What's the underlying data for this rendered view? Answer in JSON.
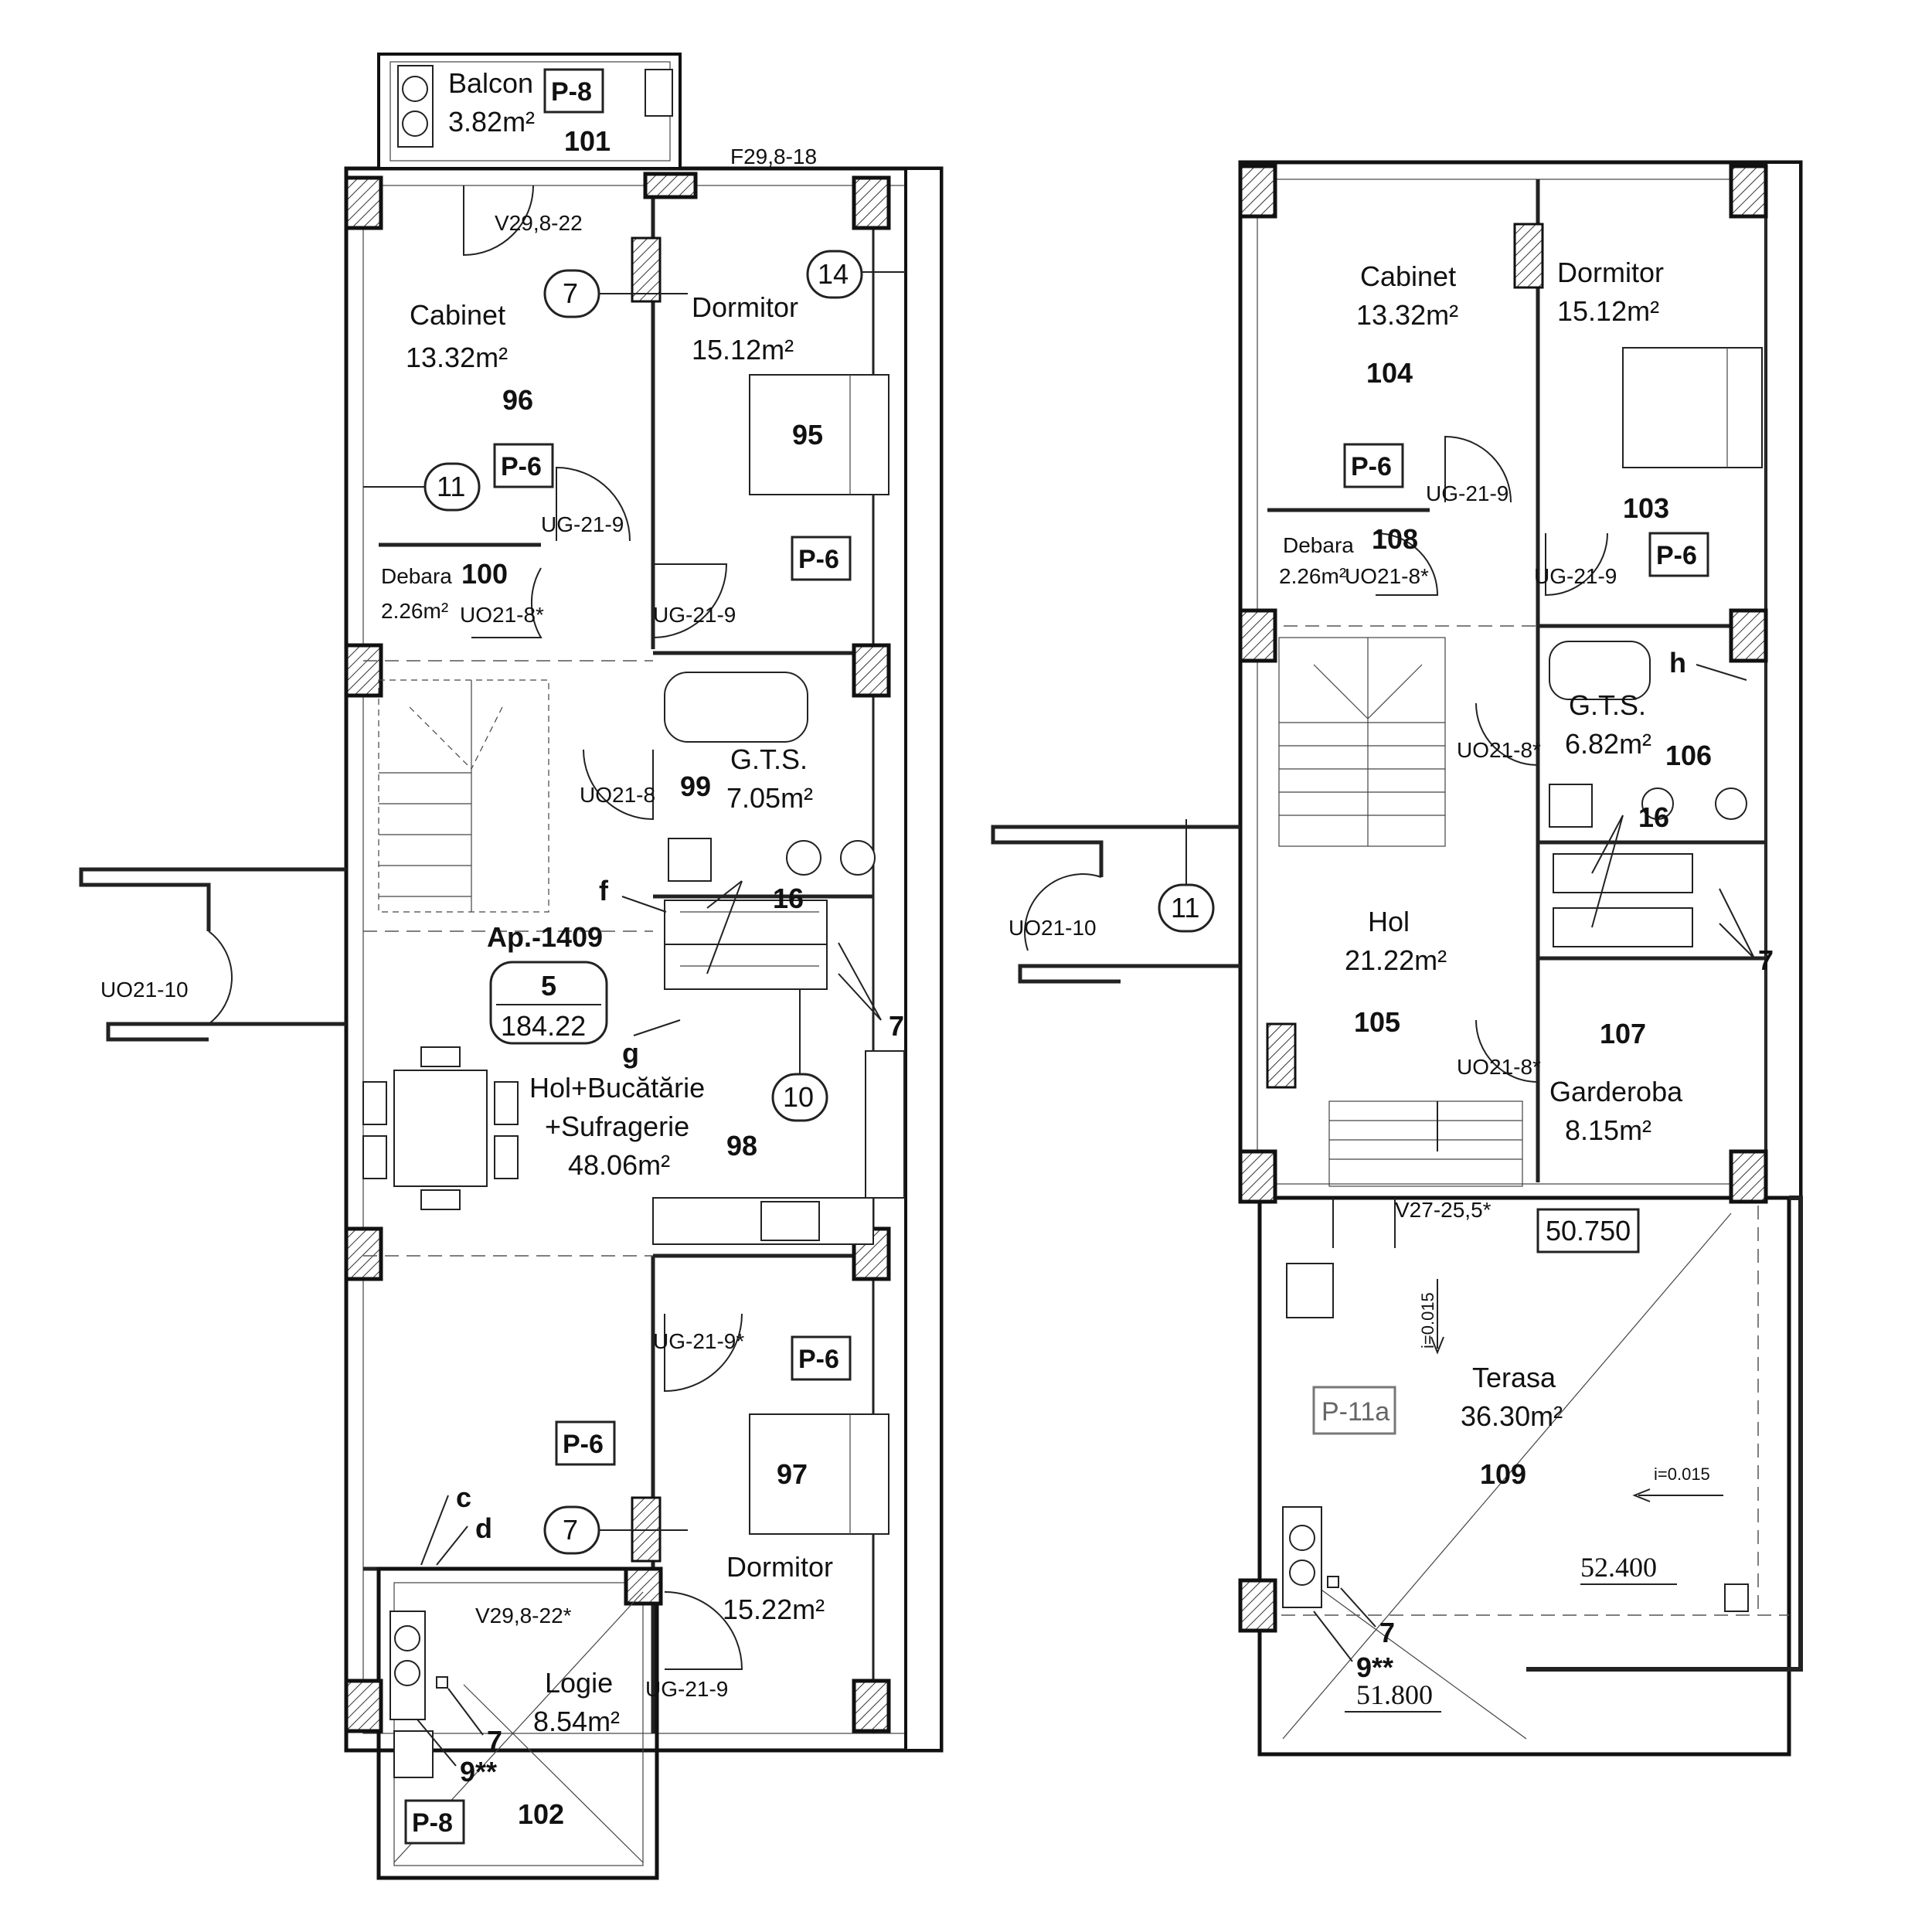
{
  "plan_left": {
    "apartment": {
      "id": "Ap.-1409",
      "floor": "5",
      "area": "184.22"
    },
    "rooms": [
      {
        "name": "Balcon",
        "area": "3.82m²",
        "number": "101"
      },
      {
        "name": "Cabinet",
        "area": "13.32m²",
        "number": "96"
      },
      {
        "name": "Dormitor",
        "area": "15.12m²",
        "number": "95"
      },
      {
        "name": "Debara",
        "area": "2.26m²",
        "number": "100"
      },
      {
        "name": "G.T.S.",
        "area": "7.05m²",
        "number": "99"
      },
      {
        "name": "Hol+Bucătărie",
        "name2": "+Sufragerie",
        "area": "48.06m²",
        "number": "98"
      },
      {
        "name": "Dormitor",
        "area": "15.22m²",
        "number": "97"
      },
      {
        "name": "Logie",
        "area": "8.54m²",
        "number": "102"
      }
    ],
    "doors": [
      "F29,8-18",
      "V29,8-22",
      "UG-21-9",
      "UO21-8*",
      "UG-21-9",
      "UO21-8",
      "UO21-10",
      "UG-21-9*",
      "V29,8-22*",
      "UG-21-9"
    ],
    "panel_tags": [
      "P-8",
      "P-6",
      "P-6",
      "P-6",
      "P-6",
      "P-8"
    ],
    "circle_tags": [
      "7",
      "14",
      "11",
      "10",
      "7"
    ],
    "callouts": [
      "16",
      "f",
      "g",
      "7",
      "c",
      "d",
      "7",
      "9**"
    ]
  },
  "plan_right": {
    "rooms": [
      {
        "name": "Cabinet",
        "area": "13.32m²",
        "number": "104"
      },
      {
        "name": "Dormitor",
        "area": "15.12m²",
        "number": "103"
      },
      {
        "name": "Debara",
        "area": "2.26m²",
        "number": "108"
      },
      {
        "name": "G.T.S.",
        "area": "6.82m²",
        "number": "106"
      },
      {
        "name": "Hol",
        "area": "21.22m²",
        "number": "105"
      },
      {
        "name": "Garderoba",
        "area": "8.15m²",
        "number": "107"
      },
      {
        "name": "Terasa",
        "area": "36.30m²",
        "number": "109"
      }
    ],
    "doors": [
      "UG-21-9",
      "UO21-8*",
      "UG-21-9",
      "UO21-8*",
      "UO21-10",
      "UO21-8*",
      "V27-25,5*"
    ],
    "panel_tags": [
      "P-6",
      "P-6"
    ],
    "terrace_tag": "P-11a",
    "circle_tags": [
      "11"
    ],
    "callouts": [
      "h",
      "16",
      "7",
      "7",
      "9**"
    ],
    "slopes": [
      "i=0.015",
      "i=0.015"
    ],
    "levels": [
      "50.750",
      "52.400",
      "51.800"
    ]
  }
}
